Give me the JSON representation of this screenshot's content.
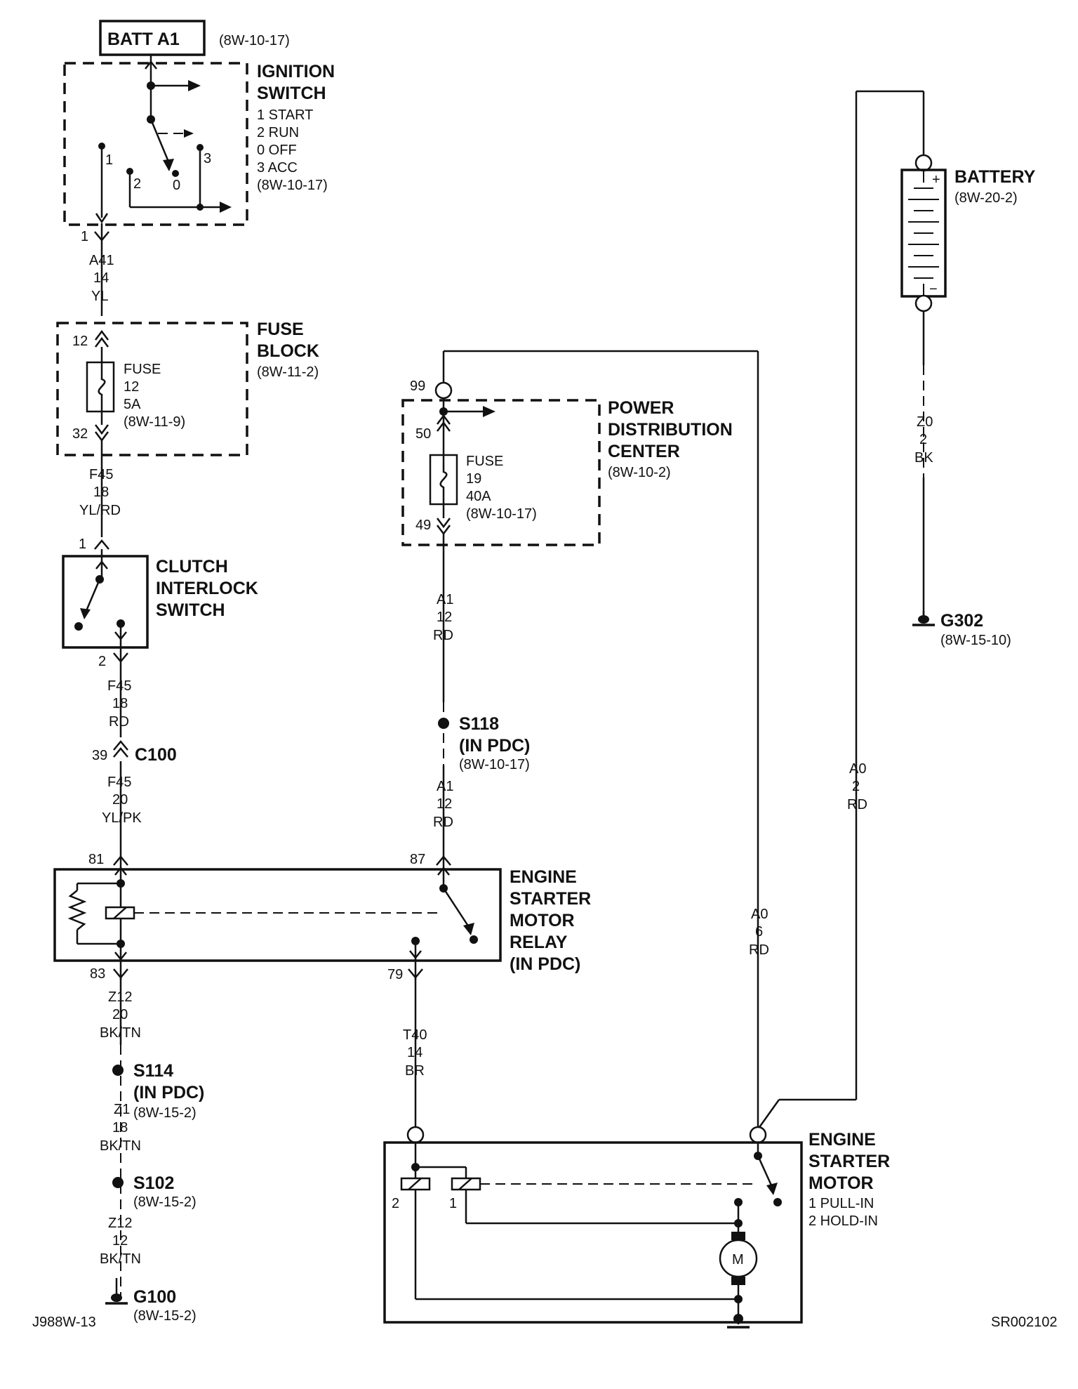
{
  "batt_a1": {
    "label": "BATT A1",
    "ref": "(8W-10-17)"
  },
  "ignition_switch": {
    "title_lines": [
      "IGNITION",
      "SWITCH"
    ],
    "positions": [
      "1 START",
      "2 RUN",
      "0 OFF",
      "3 ACC"
    ],
    "ref": "(8W-10-17)",
    "contact_labels": [
      "1",
      "2",
      "0",
      "3"
    ]
  },
  "fuse_block": {
    "title_lines": [
      "FUSE",
      "BLOCK"
    ],
    "ref": "(8W-11-2)",
    "fuse_lines": [
      "FUSE",
      "12",
      "5A",
      "(8W-11-9)"
    ],
    "pin_in": "12",
    "pin_out": "32"
  },
  "clutch_switch": {
    "title_lines": [
      "CLUTCH",
      "INTERLOCK",
      "SWITCH"
    ],
    "pin_in": "1",
    "pin_out": "2"
  },
  "c100": {
    "label": "C100",
    "pin": "39"
  },
  "relay": {
    "title_lines": [
      "ENGINE",
      "STARTER",
      "MOTOR",
      "RELAY",
      "(IN PDC)"
    ],
    "pins": [
      "81",
      "83",
      "87",
      "79"
    ]
  },
  "pdc": {
    "title_lines": [
      "POWER",
      "DISTRIBUTION",
      "CENTER"
    ],
    "ref": "(8W-10-2)",
    "fuse_lines": [
      "FUSE",
      "19",
      "40A",
      "(8W-10-17)"
    ],
    "pin_top": "99",
    "pin_in": "50",
    "pin_out": "49"
  },
  "battery": {
    "title": "BATTERY",
    "ref": "(8W-20-2)",
    "plus": "+",
    "minus": "−"
  },
  "starter_motor": {
    "title_lines": [
      "ENGINE",
      "STARTER",
      "MOTOR"
    ],
    "coils": [
      "1 PULL-IN",
      "2 HOLD-IN"
    ],
    "coil_labels": [
      "2",
      "1"
    ],
    "motor_symbol": "M"
  },
  "splices": [
    {
      "id": "S118",
      "note": "(IN PDC)",
      "ref": "(8W-10-17)"
    },
    {
      "id": "S114",
      "note": "(IN PDC)",
      "ref": ""
    },
    {
      "id": "S102",
      "note": "",
      "ref": "(8W-15-2)"
    }
  ],
  "grounds": [
    {
      "id": "G302",
      "ref": "(8W-15-10)"
    },
    {
      "id": "G100",
      "ref": "(8W-15-2)"
    }
  ],
  "wires": [
    {
      "circuit": "A41",
      "gauge": "14",
      "color": "YL"
    },
    {
      "circuit": "F45",
      "gauge": "18",
      "color": "YL/RD"
    },
    {
      "circuit": "F45",
      "gauge": "18",
      "color": "RD"
    },
    {
      "circuit": "F45",
      "gauge": "20",
      "color": "YL/PK"
    },
    {
      "circuit": "Z12",
      "gauge": "20",
      "color": "BK/TN"
    },
    {
      "circuit": "Z1",
      "gauge": "18",
      "color": "BK/TN",
      "ref": "(8W-15-2)"
    },
    {
      "circuit": "Z12",
      "gauge": "12",
      "color": "BK/TN"
    },
    {
      "circuit": "A1",
      "gauge": "12",
      "color": "RD"
    },
    {
      "circuit": "A1",
      "gauge": "12",
      "color": "RD"
    },
    {
      "circuit": "T40",
      "gauge": "14",
      "color": "BR"
    },
    {
      "circuit": "A0",
      "gauge": "6",
      "color": "RD"
    },
    {
      "circuit": "A0",
      "gauge": "2",
      "color": "RD"
    },
    {
      "circuit": "Z0",
      "gauge": "2",
      "color": "BK"
    }
  ],
  "footer": {
    "left": "J988W-13",
    "right": "SR002102"
  }
}
